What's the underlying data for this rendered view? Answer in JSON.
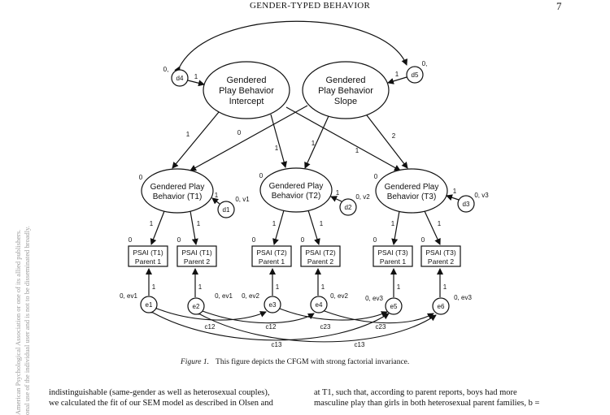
{
  "running_head": {
    "title": "GENDER-TYPED BEHAVIOR",
    "page_number": "7"
  },
  "side_note": [
    "American Psychological Association or one of its allied publishers.",
    "onal use of the individual user and is not to be disseminated broadly."
  ],
  "diagram": {
    "latent_growth": [
      {
        "id": "intercept",
        "lines": [
          "Gendered",
          "Play Behavior",
          "Intercept"
        ]
      },
      {
        "id": "slope",
        "lines": [
          "Gendered",
          "Play Behavior",
          "Slope"
        ]
      }
    ],
    "growth_disturbances": [
      {
        "id": "d4",
        "label": "d4",
        "variance": "0,",
        "path": "1"
      },
      {
        "id": "d5",
        "label": "d5",
        "variance": "0,",
        "path": "1"
      }
    ],
    "loadings_intercept": [
      "1",
      "1",
      "1"
    ],
    "loadings_slope": [
      "0",
      "1",
      "2"
    ],
    "factors": [
      {
        "id": "t1",
        "lines": [
          "Gendered Play",
          "Behavior (T1)"
        ],
        "mean": "0",
        "disturbance": "d1",
        "d_label": "0, v1",
        "d_path": "1"
      },
      {
        "id": "t2",
        "lines": [
          "Gendered Play",
          "Behavior (T2)"
        ],
        "mean": "0",
        "disturbance": "d2",
        "d_label": "0, v2",
        "d_path": "1"
      },
      {
        "id": "t3",
        "lines": [
          "Gendered Play",
          "Behavior (T3)"
        ],
        "mean": "0",
        "disturbance": "d3",
        "d_label": "0, v3",
        "d_path": "1"
      }
    ],
    "factor_loading": "1",
    "indicators": [
      {
        "lines": [
          "PSAI (T1)",
          "Parent 1"
        ],
        "intercept": "0"
      },
      {
        "lines": [
          "PSAI (T1)",
          "Parent 2"
        ],
        "intercept": "0"
      },
      {
        "lines": [
          "PSAI (T2)",
          "Parent 1"
        ],
        "intercept": "0"
      },
      {
        "lines": [
          "PSAI (T2)",
          "Parent 2"
        ],
        "intercept": "0"
      },
      {
        "lines": [
          "PSAI (T3)",
          "Parent 1"
        ],
        "intercept": "0"
      },
      {
        "lines": [
          "PSAI (T3)",
          "Parent 2"
        ],
        "intercept": "0"
      }
    ],
    "errors": [
      {
        "label": "e1",
        "variance": "0, ev1",
        "path": "1"
      },
      {
        "label": "e2",
        "variance": "0, ev1",
        "path": "1"
      },
      {
        "label": "e3",
        "variance": "0, ev2",
        "path": "1"
      },
      {
        "label": "e4",
        "variance": "0, ev2",
        "path": "1"
      },
      {
        "label": "e5",
        "variance": "0, ev3",
        "path": "1"
      },
      {
        "label": "e6",
        "variance": "0, ev3",
        "path": "1"
      }
    ],
    "covariances": [
      "c12",
      "c12",
      "c23",
      "c23",
      "c13",
      "c13"
    ]
  },
  "caption": {
    "figure_label": "Figure 1.",
    "text": "This figure depicts the CFGM with strong factorial invariance."
  },
  "body": {
    "left_lines": [
      "indistinguishable (same-gender as well as heterosexual couples),",
      "we calculated the fit of our SEM model as described in Olsen and"
    ],
    "right_lines": [
      "at T1, such that, according to parent reports, boys had more",
      "masculine play than girls in both heterosexual parent families, b ="
    ]
  }
}
